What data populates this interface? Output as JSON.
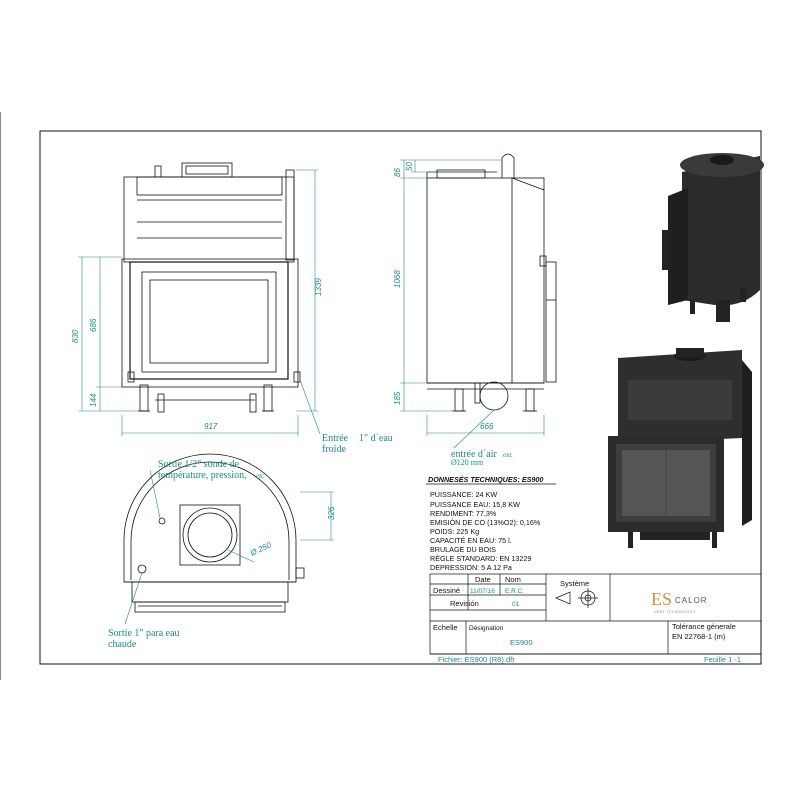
{
  "dimensions": {
    "front_width": "917",
    "front_height_total": "1339",
    "front_height_830": "830",
    "front_height_686": "686",
    "front_height_144": "144",
    "side_width": "666",
    "side_height_1068": "1068",
    "side_top_86": "86",
    "side_top_50": "50",
    "side_bottom_185": "185",
    "top_depth_326": "326",
    "top_diameter": "Ø 250"
  },
  "notes": {
    "water_inlet_1": "Entrée",
    "water_inlet_2": "1\" d´eau",
    "water_inlet_3": "froide",
    "air_inlet_1": "entrée d´air",
    "air_inlet_ext": "ext.",
    "air_inlet_2": "Ø120 mm",
    "sensor_outlet_1": "Sortie 1/2\" sonde de",
    "sensor_outlet_2": "température, pression,",
    "sensor_outlet_etc": "etc",
    "hot_outlet_1": "Sortie 1\" para eau",
    "hot_outlet_2": "chaude"
  },
  "specs": {
    "title": "DONNESÉS TECHNIQUES: ES900",
    "lines": [
      "PUISSANCE: 24 KW",
      "PUISSANCE EAU: 15,8 KW",
      "RENDIMENT: 77,3%",
      "EMISIÓN DE CO (13%O2): 0,16%",
      "POIDS: 225 Kg",
      "CAPACITÉ EN EAU: 75 l.",
      "BRULAGE DU BOIS",
      "RÈGLE STANDARD: EN 13229",
      "DEPRESSION: 5 A 12 Pa"
    ]
  },
  "title_block": {
    "col_date": "Date",
    "col_nom": "Nom",
    "row_dessine": "Dessiné",
    "date_value": "11/07/16",
    "nom_value": "E.R.C.",
    "revision_label": "Revisión",
    "revision_value": "01",
    "systeme_label": "Système",
    "echelle_label": "Echelle",
    "designation_label": "Désignation",
    "designation_value": "ES900",
    "tolerance_label": "Tolérance génerale",
    "tolerance_value": "EN 22768-1 (m)",
    "file_label": "Fichier: ES900 (R8).dft",
    "sheet_label": "Feuille 1 -1",
    "logo_es": "ES",
    "logo_calor": "CALOR",
    "logo_tagline": "HEAT TECHNOLOGY"
  },
  "colors": {
    "dimension": "#1a8a8a",
    "line": "#111111",
    "render_dark": "#2b2b2b"
  }
}
